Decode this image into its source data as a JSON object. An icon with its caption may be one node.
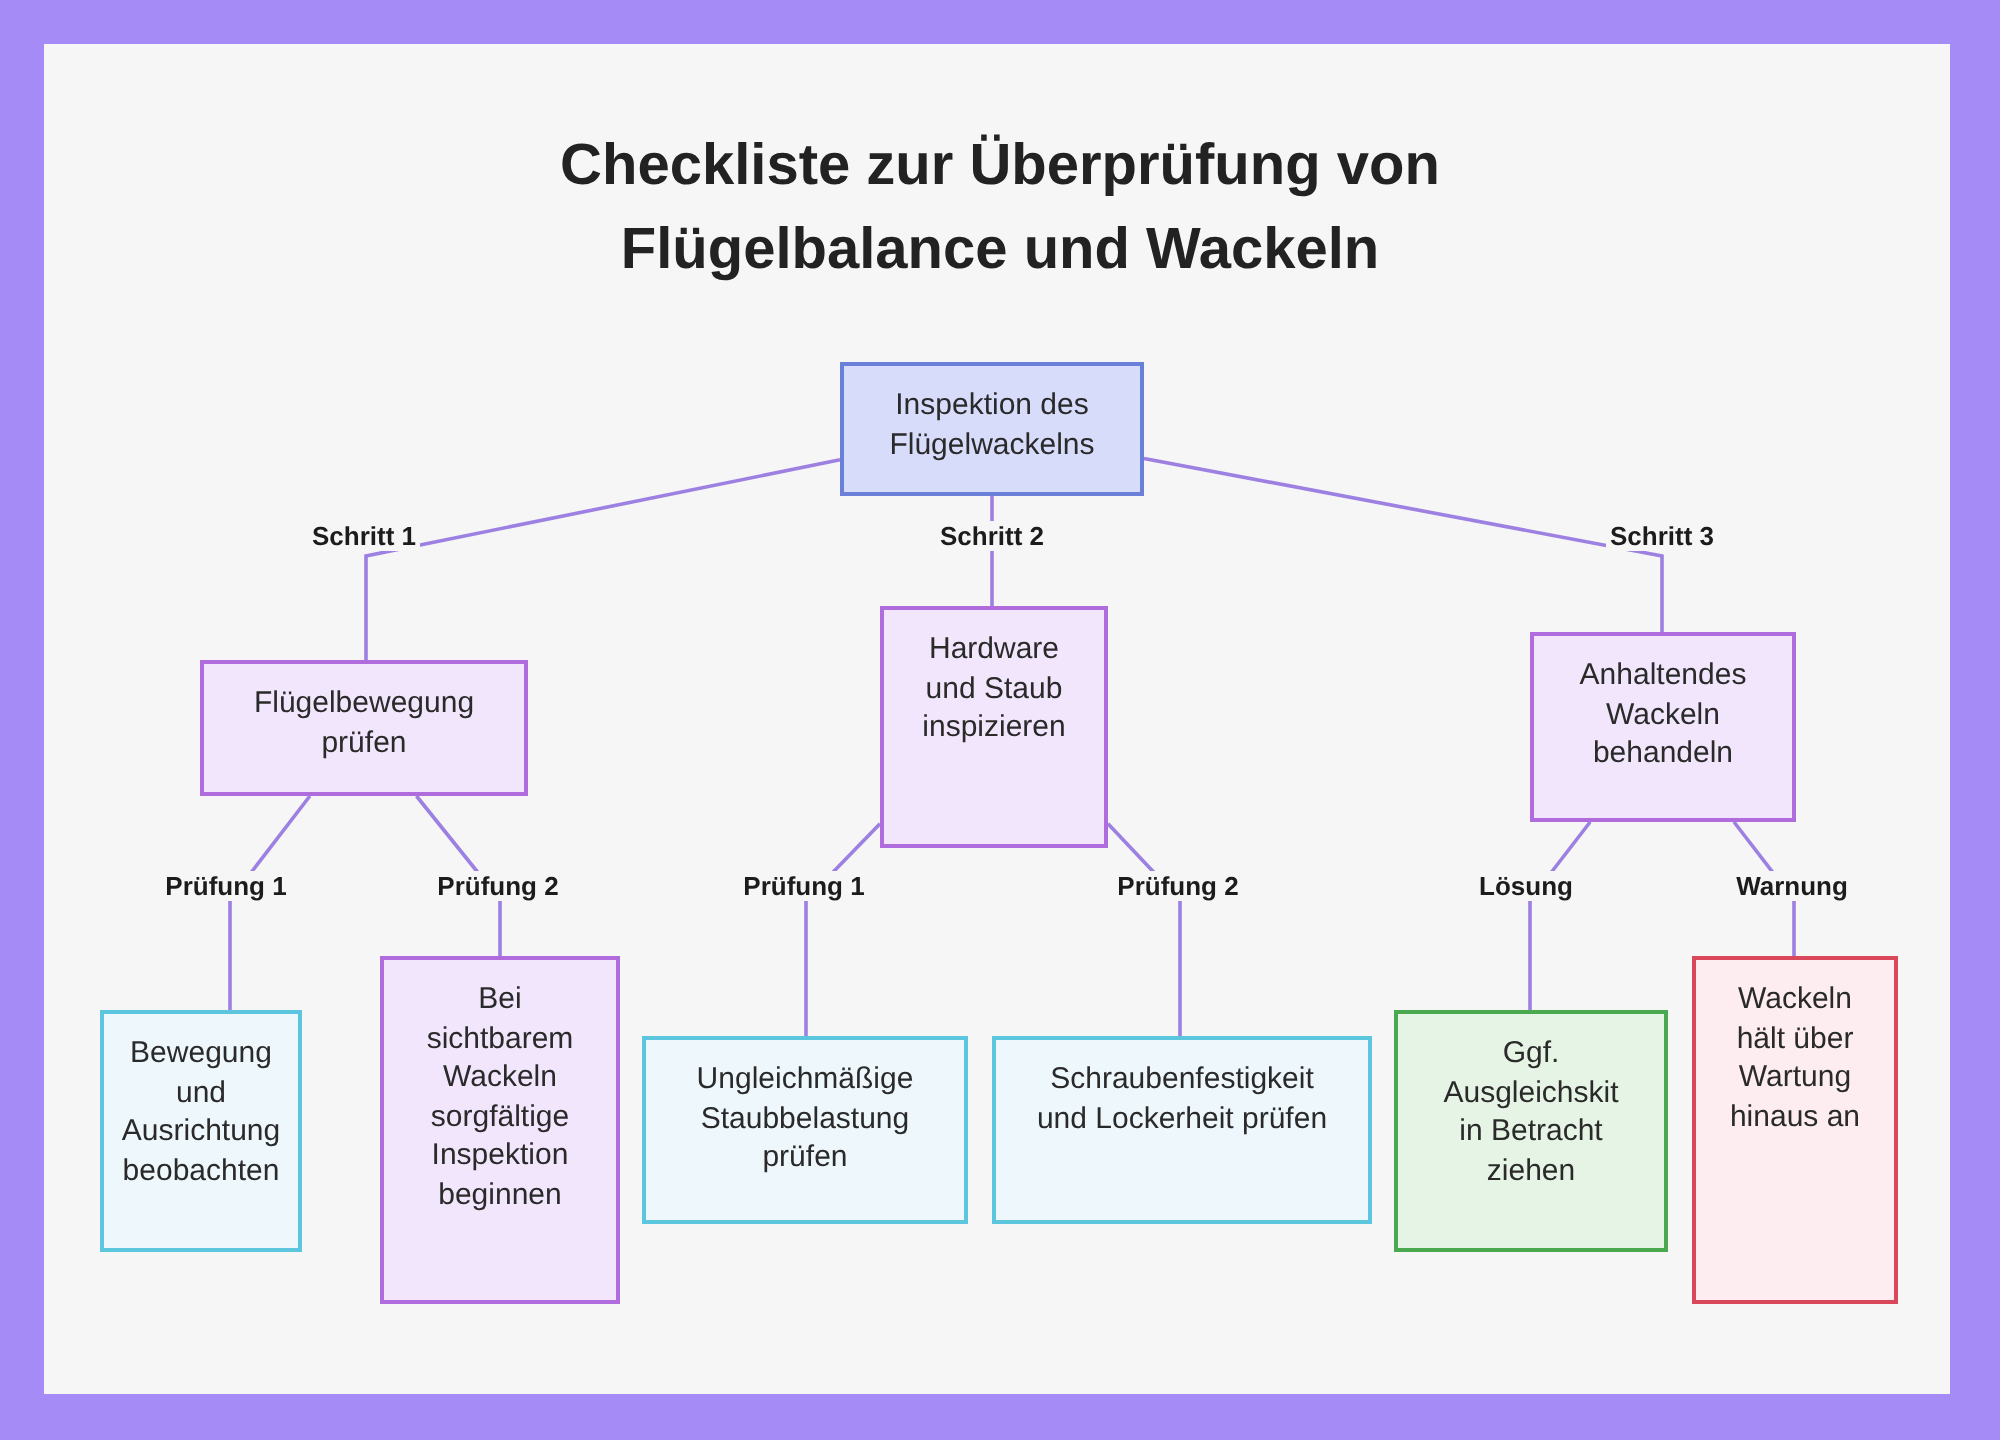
{
  "diagram": {
    "title": "Checkliste zur Überprüfung von Flügelbalance und Wackeln",
    "nodes": [
      {
        "text": [
          "Inspektion des Flügelwackelns"
        ]
      },
      {
        "text": [
          "Flügelbewegung prüfen"
        ]
      },
      {
        "text": [
          "Hardware und Staub inspizieren"
        ]
      },
      {
        "text": [
          "Anhaltendes Wackeln behandeln"
        ]
      },
      {
        "text": [
          "Bewegung und Ausrichtung beobachten"
        ]
      },
      {
        "text": [
          "Bei sichtbarem Wackeln sorgfältige Inspektion beginnen"
        ]
      },
      {
        "text": [
          "Ungleichmäßige Staubbelastung prüfen"
        ]
      },
      {
        "text": [
          "Schraubenfestigkeit und Lockerheit prüfen"
        ]
      },
      {
        "text": [
          "Ggf. Ausgleichskit in Betracht ziehen"
        ]
      },
      {
        "text": [
          "Wackeln hält über Wartung hinaus an"
        ]
      }
    ],
    "edges": [
      {
        "from": 0,
        "to": 1,
        "arrow": "none",
        "label": "Schritt 1"
      },
      {
        "from": 0,
        "to": 2,
        "arrow": "none",
        "label": "Schritt 2"
      },
      {
        "from": 0,
        "to": 3,
        "arrow": "none",
        "label": "Schritt 3"
      },
      {
        "from": 1,
        "to": 4,
        "arrow": "none",
        "label": "Prüfung 1"
      },
      {
        "from": 1,
        "to": 5,
        "arrow": "none",
        "label": "Prüfung 2"
      },
      {
        "from": 2,
        "to": 6,
        "arrow": "none",
        "label": "Prüfung 1"
      },
      {
        "from": 2,
        "to": 7,
        "arrow": "none",
        "label": "Prüfung 2"
      },
      {
        "from": 3,
        "to": 8,
        "arrow": "none",
        "label": "Lösung"
      },
      {
        "from": 3,
        "to": 9,
        "arrow": "none",
        "label": "Warnung"
      }
    ]
  }
}
